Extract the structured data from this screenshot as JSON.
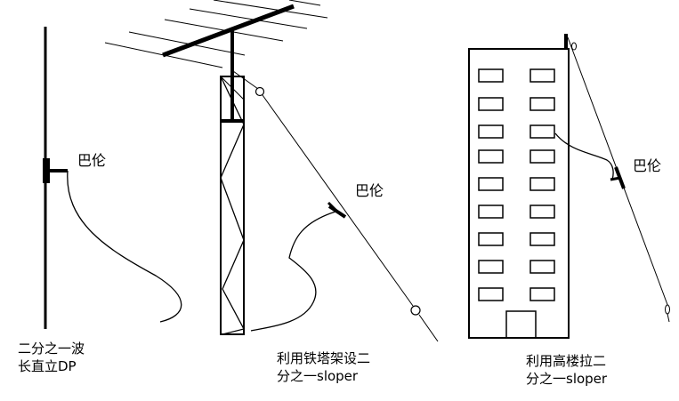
{
  "dipole": {
    "balun_label": "巴伦",
    "caption_line1": "二分之一波",
    "caption_line2": "长直立DP"
  },
  "tower": {
    "balun_label": "巴伦",
    "caption_line1": "利用铁塔架设二",
    "caption_line2": "分之一sloper"
  },
  "building": {
    "balun_label": "巴伦",
    "caption_line1": "利用高楼拉二",
    "caption_line2": "分之一sloper"
  }
}
